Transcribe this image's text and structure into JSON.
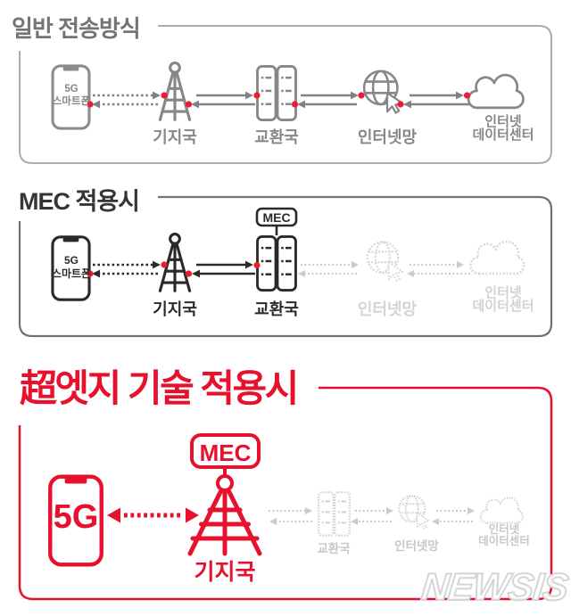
{
  "section_normal": {
    "title": "일반 전송방식",
    "phone_line1": "5G",
    "phone_line2": "스마트폰",
    "base_station": "기지국",
    "exchange": "교환국",
    "internet": "인터넷망",
    "datacenter_line1": "인터넷",
    "datacenter_line2": "데이터센터"
  },
  "section_mec": {
    "title": "MEC 적용시",
    "mec_badge": "MEC",
    "phone_line1": "5G",
    "phone_line2": "스마트폰",
    "base_station": "기지국",
    "exchange": "교환국",
    "internet": "인터넷망",
    "datacenter_line1": "인터넷",
    "datacenter_line2": "데이터센터"
  },
  "section_edge": {
    "title": "超엣지 기술 적용시",
    "mec_badge": "MEC",
    "phone_label": "5G",
    "base_station": "기지국",
    "exchange": "교환국",
    "internet": "인터넷망",
    "datacenter_line1": "인터넷",
    "datacenter_line2": "데이터센터"
  },
  "watermark": "NEWSIS",
  "colors": {
    "accent_red": "#e8112d",
    "dot_red": "#ee1b2d",
    "dark_icon": "#2b2a29",
    "gray_icon": "#8a8c8f",
    "faded_icon": "#d2d4d6",
    "frame_gray": "#a9abae"
  }
}
